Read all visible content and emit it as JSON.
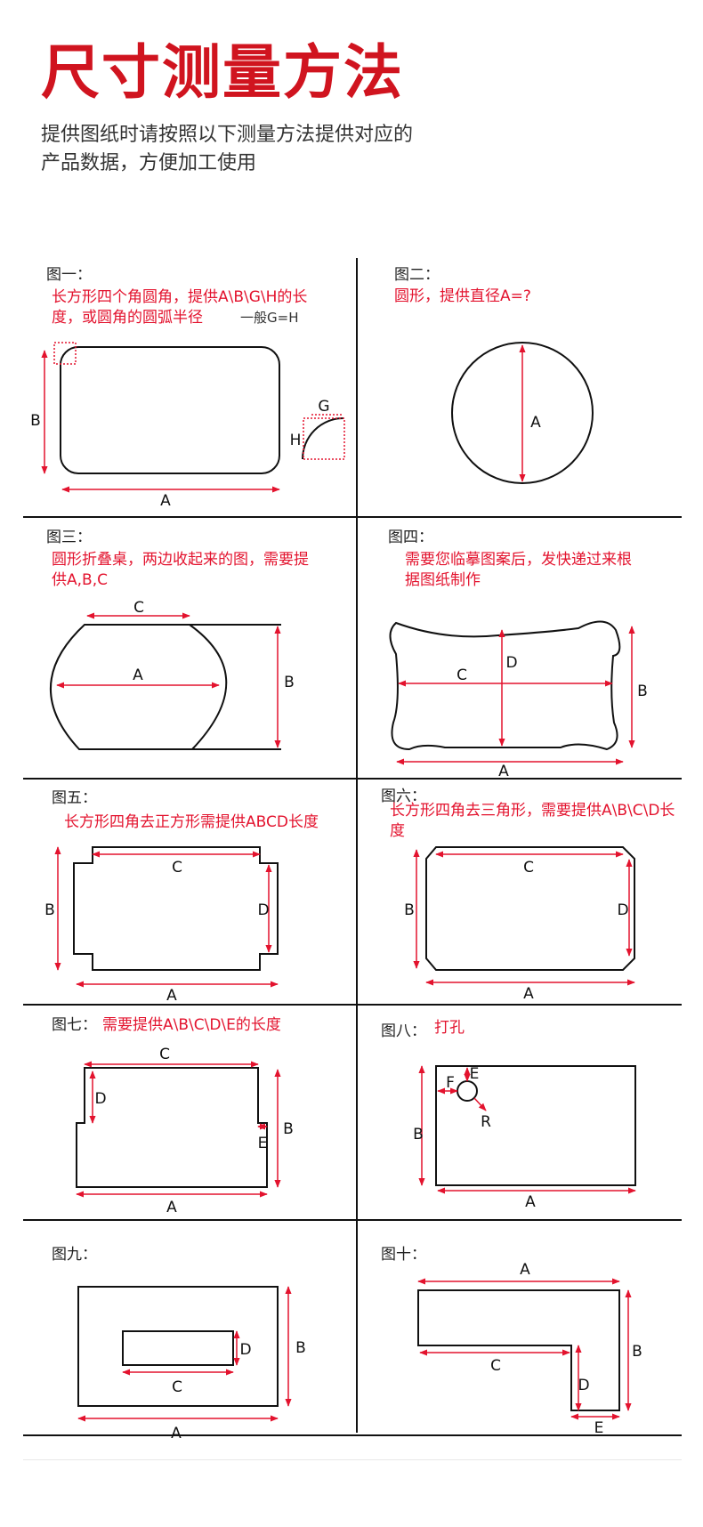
{
  "header": {
    "title": "尺寸测量方法",
    "subtitle": "提供图纸时请按照以下测量方法提供对应的产品数据，方便加工使用"
  },
  "colors": {
    "accent": "#d0141f",
    "annotation": "#e3132e",
    "line": "#111111"
  },
  "figures": [
    {
      "label": "图一：",
      "desc": "长方形四个角圆角，提供A\\B\\G\\H的长度，或圆角的圆弧半径",
      "note": "一般G=H",
      "dims": [
        "A",
        "B",
        "G",
        "H"
      ]
    },
    {
      "label": "图二：",
      "desc": "圆形，提供直径A=?",
      "dims": [
        "A"
      ]
    },
    {
      "label": "图三：",
      "desc": "圆形折叠桌，两边收起来的图，需要提供A,B,C",
      "dims": [
        "A",
        "B",
        "C"
      ]
    },
    {
      "label": "图四：",
      "desc": "需要您临摹图案后，发快递过来根据图纸制作",
      "dims": [
        "A",
        "B",
        "C",
        "D"
      ]
    },
    {
      "label": "图五：",
      "desc": "长方形四角去正方形需提供ABCD长度",
      "dims": [
        "A",
        "B",
        "C",
        "D"
      ]
    },
    {
      "label": "图六：",
      "desc": "长方形四角去三角形，需要提供A\\B\\C\\D长度",
      "dims": [
        "A",
        "B",
        "C",
        "D"
      ]
    },
    {
      "label": "图七：",
      "desc": "需要提供A\\B\\C\\D\\E的长度",
      "dims": [
        "A",
        "B",
        "C",
        "D",
        "E"
      ]
    },
    {
      "label": "图八：",
      "desc": "打孔",
      "dims": [
        "A",
        "B",
        "F",
        "E",
        "R"
      ]
    },
    {
      "label": "图九：",
      "desc": "",
      "dims": [
        "A",
        "B",
        "C",
        "D"
      ]
    },
    {
      "label": "图十：",
      "desc": "",
      "dims": [
        "A",
        "B",
        "C",
        "D",
        "E"
      ]
    }
  ]
}
